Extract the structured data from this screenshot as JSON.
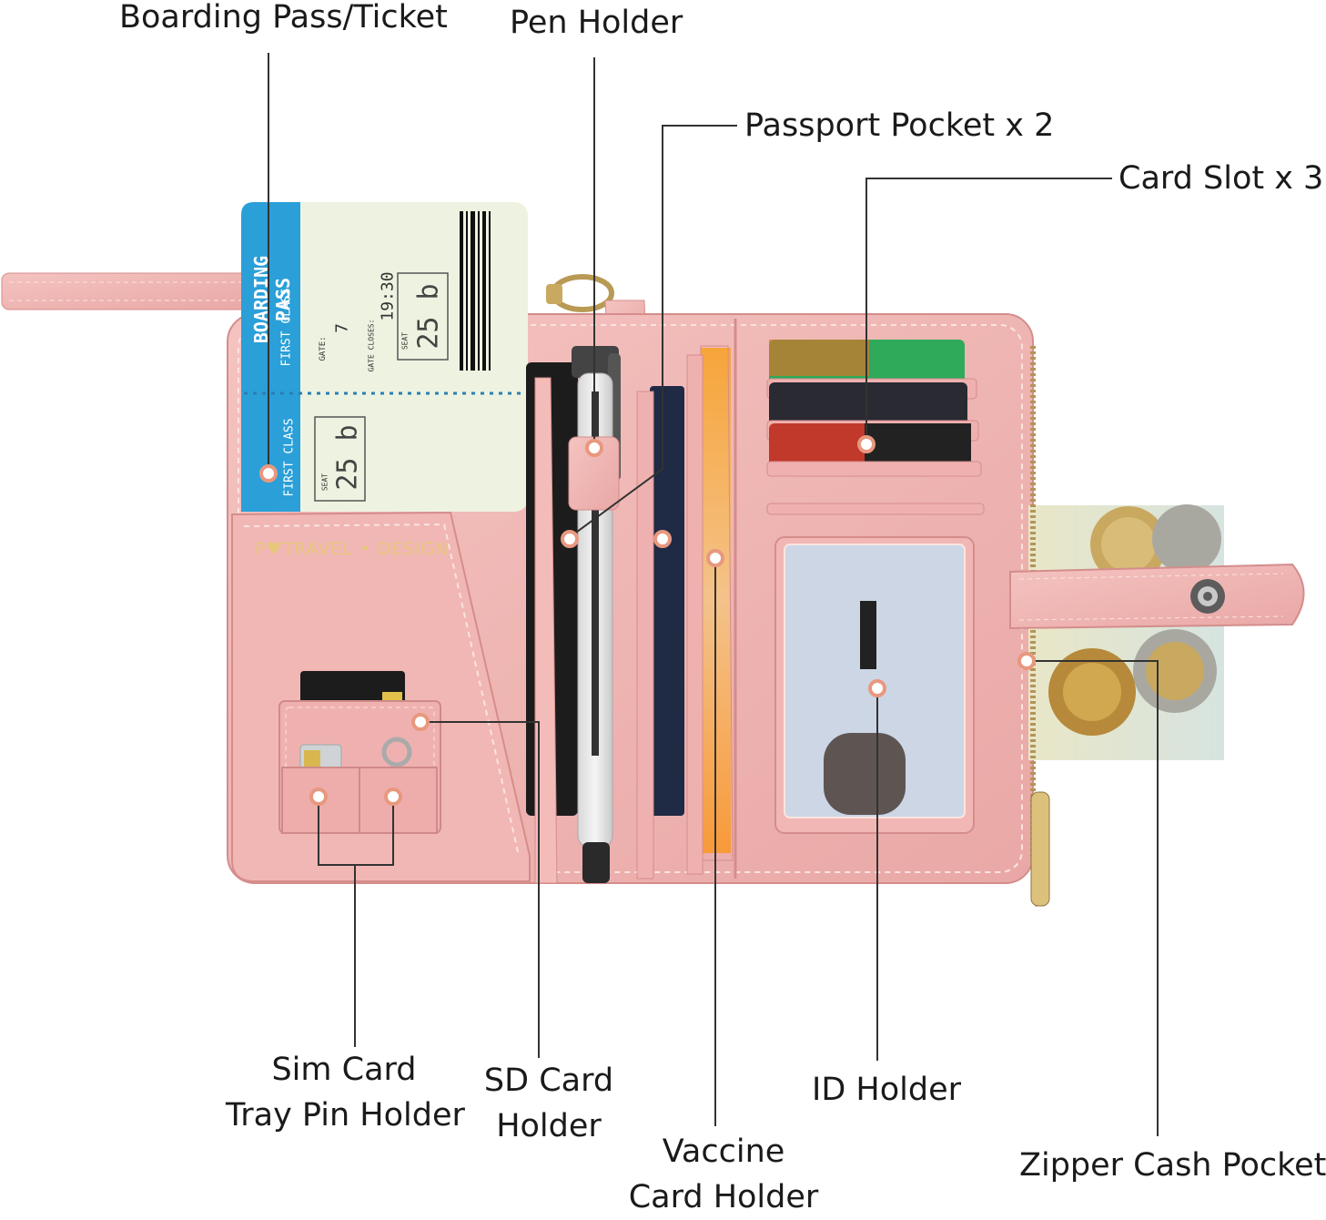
{
  "colors": {
    "leather": "#f0b4b3",
    "leather_dark": "#d98f8f",
    "stitch": "#fbe3e0",
    "ticket_blue": "#2a9fd8",
    "ticket_paper": "#eef3e1",
    "passport_navy": "#1f2a44",
    "callout_line": "#333333",
    "callout_dot": "#e8987f",
    "gold_print": "#e7c77a"
  },
  "labels": {
    "boarding_pass": "Boarding Pass/Ticket",
    "pen_holder": "Pen Holder",
    "passport_pocket": "Passport Pocket x 2",
    "card_slot": "Card Slot x 3",
    "sim_card_line1": "Sim Card",
    "sim_card_line2": "Tray Pin Holder",
    "sd_card_line1": "SD Card",
    "sd_card_line2": "Holder",
    "vaccine_line1": "Vaccine",
    "vaccine_line2": "Card Holder",
    "id_holder": "ID Holder",
    "zipper_cash": "Zipper Cash Pocket"
  },
  "ticket": {
    "header": "BOARDING PASS",
    "class": "FIRST CLASS",
    "gate_label": "GATE:",
    "gate_value": "7",
    "gate_closes_label": "GATE CLOSES:",
    "gate_closes_value": "19:30",
    "seat_label": "SEAT",
    "seat_value": "25 b",
    "stub_class": "FIRST CLASS",
    "stub_seat_label": "SEAT",
    "stub_seat_value": "25 b"
  },
  "brand": {
    "print": "P♥TRAVEL • DESIGN"
  },
  "icons": {
    "snap": "snap-button-icon",
    "zipper": "zipper-pull-icon",
    "clasp": "lobster-clasp-icon"
  }
}
